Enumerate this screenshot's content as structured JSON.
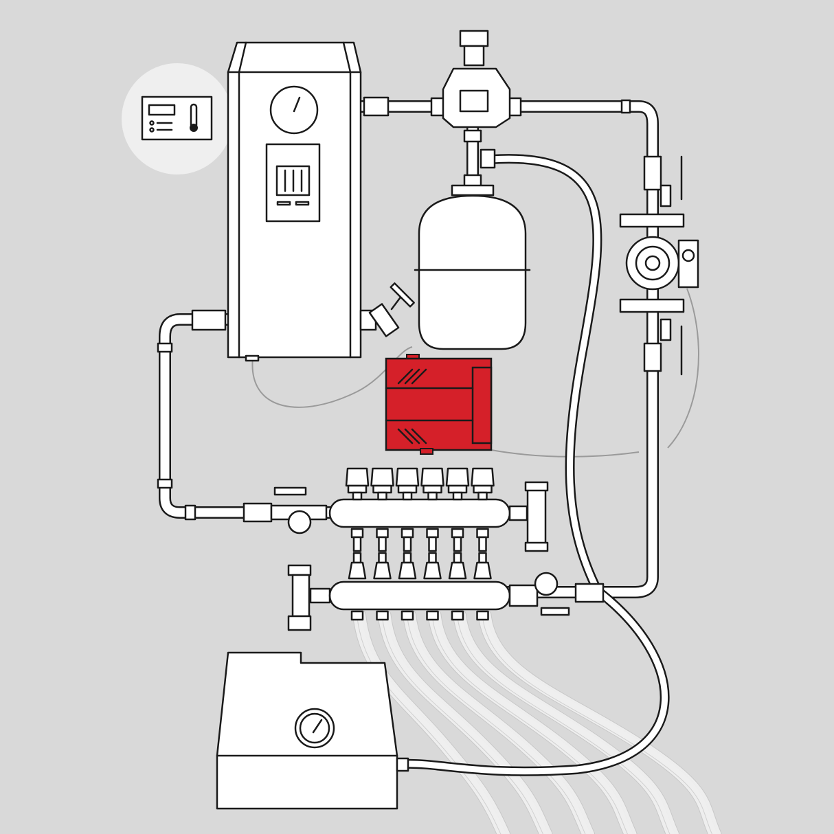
{
  "diagram": {
    "components": [
      "electric-boiler",
      "thermostat",
      "air-separator",
      "expansion-tank",
      "circulation-pump",
      "control-box",
      "supply-manifold",
      "return-manifold",
      "pressure-test-pump",
      "underfloor-loops"
    ],
    "colors": {
      "background": "#d9d9d9",
      "accent": "#d52029",
      "outline": "#1a1a1a",
      "fill": "#ffffff"
    },
    "manifold_loop_count": 6
  }
}
